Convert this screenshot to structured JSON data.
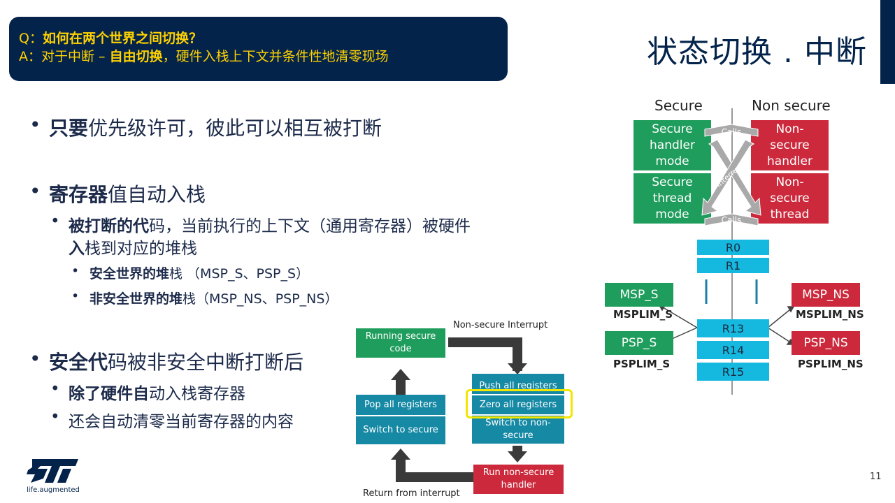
{
  "header": {
    "q_prefix": "Q：",
    "q_text": "如何在两个世界之间切换？",
    "a_prefix": "A：对于中断 – ",
    "a_bold": "自由切换",
    "a_rest": "，硬件入栈上下文并条件性地清零现场"
  },
  "title": "状态切换 . 中断",
  "bullets": {
    "b1_bold": "只要",
    "b1_rest": "优先级许可，彼此可以相互被打断",
    "b2_bold": "寄存器",
    "b2_rest": "值自动入栈",
    "b2a_bold": "被打断的代",
    "b2a_rest": "码，当前执行的上下文（通用寄存器）被硬件",
    "b2a_line2_bold": "入",
    "b2a_line2_rest": "栈到对应的堆栈",
    "b2a_i_bold": "安全世界的堆",
    "b2a_i_rest": "栈 （MSP_S、PSP_S）",
    "b2a_ii_bold": "非安全世界的堆",
    "b2a_ii_rest": "栈（MSP_NS、PSP_NS）",
    "b3_bold": "安全代",
    "b3_rest": "码被非安全中断打断后",
    "b3a_bold": "除了硬件自",
    "b3a_rest": "动入栈寄存器",
    "b3b": "还会自动清零当前寄存器的内容",
    "dot": "•"
  },
  "flow": {
    "running_secure": "Running secure code",
    "non_secure_interrupt": "Non-secure Interrupt",
    "push_all": "Push all registers",
    "zero_all": "Zero all registers",
    "switch_nonsecure": "Switch to non-secure",
    "run_handler": "Run non-secure handler",
    "pop_all": "Pop all registers",
    "switch_secure": "Switch to secure",
    "return_from_interrupt": "Return from interrupt"
  },
  "world_diagram": {
    "secure": "Secure",
    "non_secure": "Non secure",
    "secure_handler": "Secure handler mode",
    "secure_thread": "Secure thread mode",
    "ns_handler": "Non-secure handler",
    "ns_thread": "Non-secure thread",
    "calls_top": "Calls",
    "calls_bottom": "Calls",
    "interrupts": "Interrupts",
    "r0": "R0",
    "r1": "R1",
    "r13": "R13",
    "r14": "R14",
    "r15": "R15",
    "msp_s": "MSP_S",
    "msplim_s": "MSPLIM_S",
    "psp_s": "PSP_S",
    "psplim_s": "PSPLIM_S",
    "msp_ns": "MSP_NS",
    "msplim_ns": "MSPLIM_NS",
    "psp_ns": "PSP_NS",
    "psplim_ns": "PSPLIM_NS"
  },
  "footer": {
    "page_number": "11",
    "logo_tagline": "life.augmented"
  },
  "colors": {
    "navy": "#03234b",
    "yellow": "#ffd200",
    "green": "#1f9d5c",
    "teal": "#1689a5",
    "red": "#cc2a3c",
    "cyan": "#15b8df",
    "highlight": "#f2e600"
  }
}
